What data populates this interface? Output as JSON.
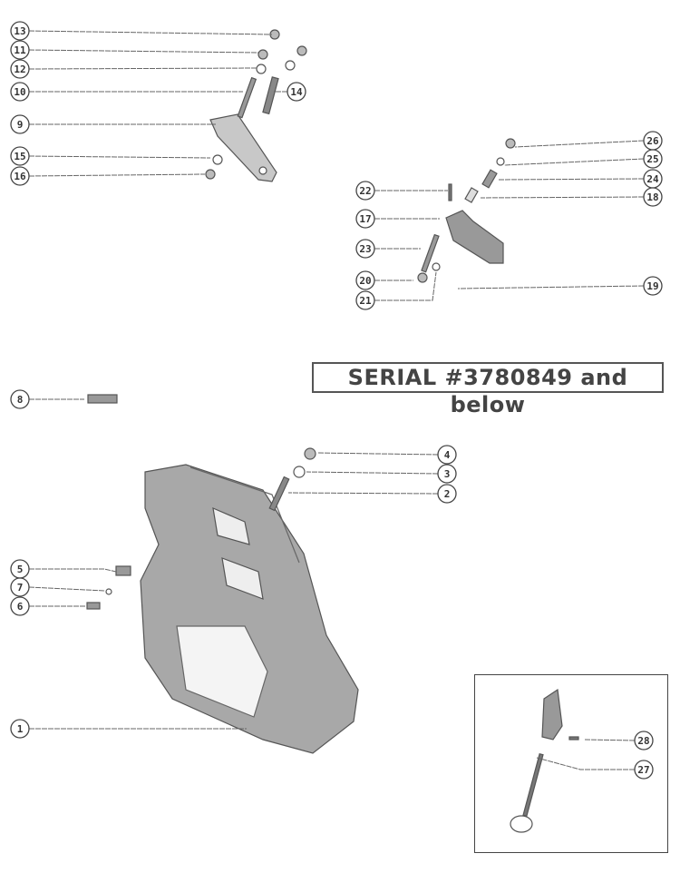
{
  "serial_note": "SERIAL #3780849 and below",
  "callouts": {
    "c13": "13",
    "c11": "11",
    "c12": "12",
    "c10": "10",
    "c14": "14",
    "c9": "9",
    "c15": "15",
    "c16": "16",
    "c26": "26",
    "c25": "25",
    "c24": "24",
    "c18": "18",
    "c22": "22",
    "c17": "17",
    "c23": "23",
    "c20": "20",
    "c21": "21",
    "c19": "19",
    "c8": "8",
    "c4": "4",
    "c3": "3",
    "c2": "2",
    "c5": "5",
    "c7": "7",
    "c6": "6",
    "c1": "1",
    "c28": "28",
    "c27": "27"
  }
}
